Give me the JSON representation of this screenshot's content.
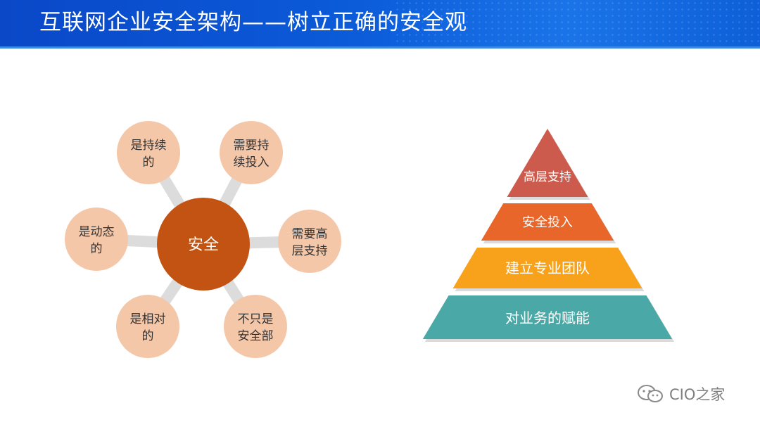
{
  "title": "互联网企业安全架构——树立正确的安全观",
  "hub": {
    "center": "安全",
    "nodes": [
      {
        "lines": [
          "是持续",
          "的"
        ]
      },
      {
        "lines": [
          "需要持",
          "续投入"
        ]
      },
      {
        "lines": [
          "需要高",
          "层支持"
        ]
      },
      {
        "lines": [
          "不只是",
          "安全部"
        ]
      },
      {
        "lines": [
          "是相对",
          "的"
        ]
      },
      {
        "lines": [
          "是动态",
          "的"
        ]
      }
    ]
  },
  "pyramid": {
    "levels": [
      {
        "label": "高层支持",
        "color": "#cd5b4d"
      },
      {
        "label": "安全投入",
        "color": "#e8662a"
      },
      {
        "label": "建立专业团队",
        "color": "#f7a21a"
      },
      {
        "label": "对业务的赋能",
        "color": "#4aa9a6"
      }
    ]
  },
  "colors": {
    "hub_center": "#c25312",
    "node_fill": "#f5c7a9",
    "spoke": "#dcdcdc"
  },
  "watermark": {
    "text": "CIO之家",
    "icon": "wechat-icon"
  }
}
